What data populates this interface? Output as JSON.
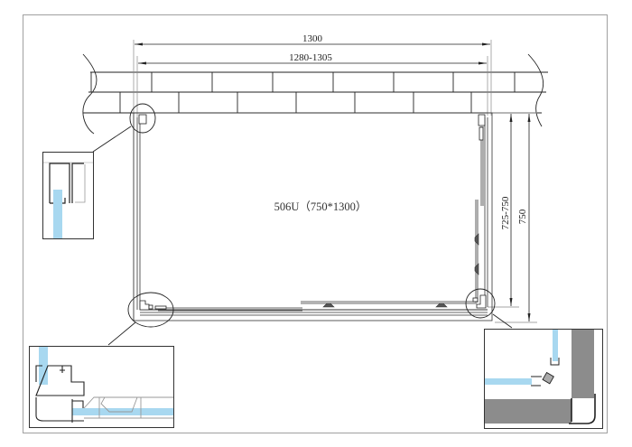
{
  "drawing": {
    "model_label": "506U（750*1300）",
    "model_code": "506U",
    "model_size": "750*1300"
  },
  "dimensions": {
    "width_overall": "1300",
    "width_adjustable": "1280-1305",
    "depth_overall": "750",
    "depth_adjustable": "725-750"
  },
  "details": [
    {
      "name": "top-left-wall-profile-detail",
      "description": "wall profile with glass"
    },
    {
      "name": "bottom-left-corner-detail",
      "description": "corner profile with sliding door roller"
    },
    {
      "name": "bottom-right-corner-detail",
      "description": "hinged corner glass joint"
    }
  ],
  "colors": {
    "line": "#222222",
    "glass": "#a8d8f0",
    "wall_fill": "#8c8c8c",
    "border": "#9a9a9a"
  }
}
